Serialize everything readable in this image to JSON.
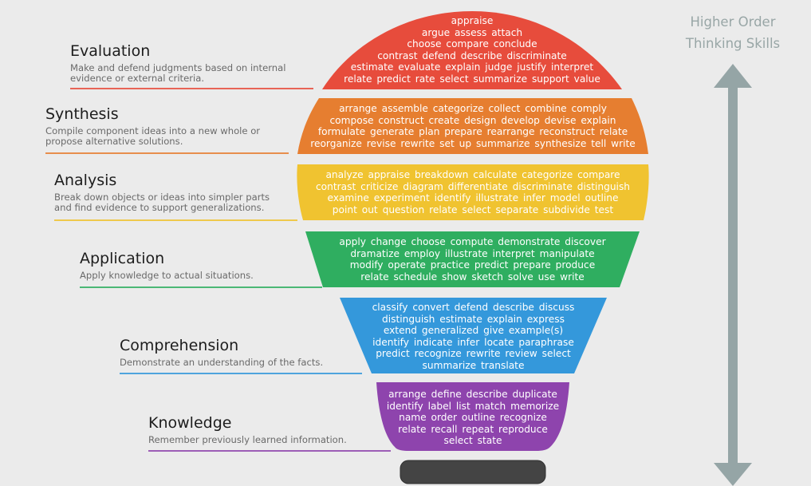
{
  "header": {
    "side_label_line1": "Higher Order",
    "side_label_line2": "Thinking Skills",
    "arrow_color": "#95a5a6",
    "arrow_icon": "double-headed-vertical-arrow"
  },
  "levels": [
    {
      "name": "Evaluation",
      "description_line1": "Make and defend judgments based on internal",
      "description_line2": "evidence or external criteria.",
      "color": "#e74c3c",
      "verbs": [
        "appraise",
        "argue assess attach",
        "choose compare conclude",
        "contrast defend describe discriminate",
        "estimate evaluate explain judge justify interpret",
        "relate predict rate select summarize support value"
      ]
    },
    {
      "name": "Synthesis",
      "description_line1": "Compile component ideas into a new whole or",
      "description_line2": "propose alternative solutions.",
      "color": "#e67e30",
      "verbs": [
        "arrange assemble categorize collect combine comply",
        "compose construct create design develop devise explain",
        "formulate generate plan prepare rearrange reconstruct relate",
        "reorganize revise rewrite set up summarize synthesize tell write"
      ]
    },
    {
      "name": "Analysis",
      "description_line1": "Break down objects or ideas into simpler parts",
      "description_line2": "and find evidence to support generalizations.",
      "color": "#f0c330",
      "verbs": [
        "analyze appraise breakdown calculate categorize compare",
        "contrast criticize diagram differentiate discriminate distinguish",
        "examine experiment identify illustrate infer model outline",
        "point out question relate select separate subdivide test"
      ]
    },
    {
      "name": "Application",
      "description_line1": "Apply knowledge to actual situations.",
      "description_line2": "",
      "color": "#2fae60",
      "verbs": [
        "apply change choose compute demonstrate discover",
        "dramatize employ illustrate interpret manipulate",
        "modify operate practice predict prepare produce",
        "relate schedule show sketch solve use write"
      ]
    },
    {
      "name": "Comprehension",
      "description_line1": "Demonstrate an understanding of the facts.",
      "description_line2": "",
      "color": "#3498db",
      "verbs": [
        "classify convert defend describe discuss",
        "distinguish estimate explain express",
        "extend generalized give example(s)",
        "identify indicate infer locate paraphrase",
        "predict recognize rewrite review select",
        "summarize translate"
      ]
    },
    {
      "name": "Knowledge",
      "description_line1": "Remember previously learned information.",
      "description_line2": "",
      "color": "#8e44ad",
      "verbs": [
        "arrange define describe duplicate",
        "identify label list match memorize",
        "name order outline recognize",
        "relate recall repeat reproduce",
        "select state"
      ]
    }
  ],
  "bulb_base": {
    "color": "#444444"
  }
}
